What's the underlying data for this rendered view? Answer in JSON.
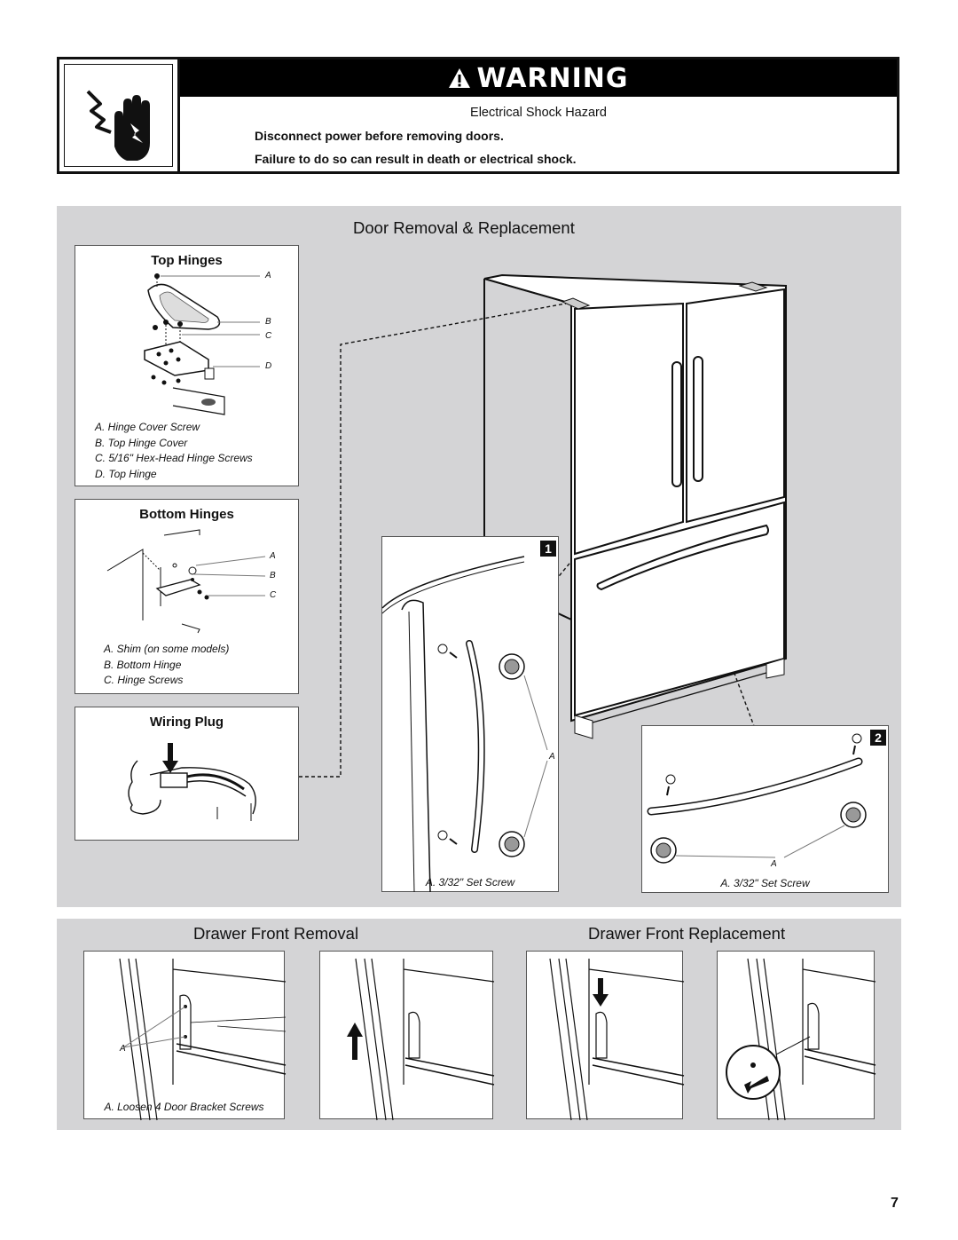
{
  "warning": {
    "title": "WARNING",
    "icon": "electrical-shock-hand-icon",
    "hazard": "Electrical Shock Hazard",
    "line1": "Disconnect power before removing doors.",
    "line2": "Failure to do so can result in death or electrical shock."
  },
  "door_section": {
    "title": "Door Removal & Replacement",
    "top_hinges": {
      "title": "Top Hinges",
      "callouts": [
        "A",
        "B",
        "C",
        "D"
      ],
      "legend": [
        "A. Hinge Cover Screw",
        "B. Top Hinge Cover",
        "C. 5/16\" Hex-Head Hinge Screws",
        "D. Top Hinge"
      ]
    },
    "bottom_hinges": {
      "title": "Bottom Hinges",
      "callouts": [
        "A",
        "B",
        "C"
      ],
      "legend": [
        "A. Shim (on some models)",
        "B. Bottom Hinge",
        "C. Hinge Screws"
      ]
    },
    "wiring_plug": {
      "title": "Wiring Plug"
    },
    "detail1": {
      "step": "1",
      "callout": "A",
      "caption": "A. 3/32\" Set Screw"
    },
    "detail2": {
      "step": "2",
      "callout": "A",
      "caption": "A. 3/32\" Set Screw"
    }
  },
  "drawer_section": {
    "removal_title": "Drawer Front Removal",
    "replacement_title": "Drawer Front Replacement",
    "callout": "A",
    "caption": "A. Loosen 4 Door Bracket Screws"
  },
  "page_number": "7",
  "colors": {
    "panel": "#d4d4d6",
    "ink": "#111111",
    "warning_bar": "#000000"
  }
}
